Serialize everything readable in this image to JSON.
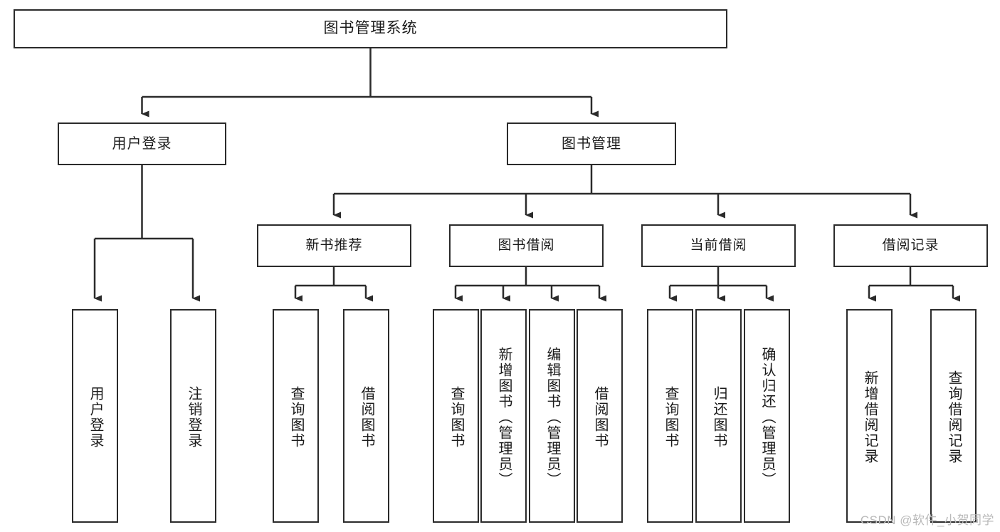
{
  "diagram": {
    "title": "图书管理系统",
    "watermark": "CSDN @软件_小贺同学",
    "stroke_color": "#2b2b2b",
    "fill_color": "#ffffff",
    "text_color": "#1a1a1a",
    "watermark_color": "#b9b9b9"
  },
  "nodes": {
    "root": {
      "label": "图书管理系统"
    },
    "user_login": {
      "label": "用户登录"
    },
    "book_manage": {
      "label": "图书管理"
    },
    "new_book_rec": {
      "label": "新书推荐"
    },
    "book_borrow": {
      "label": "图书借阅"
    },
    "current_borrow": {
      "label": "当前借阅"
    },
    "borrow_record": {
      "label": "借阅记录"
    },
    "leaf_user_login": {
      "label": "用户登录"
    },
    "leaf_logout": {
      "label": "注销登录"
    },
    "leaf_query_book_1": {
      "label": "查询图书"
    },
    "leaf_borrow_book_1": {
      "label": "借阅图书"
    },
    "leaf_query_book_2": {
      "label": "查询图书"
    },
    "leaf_add_book": {
      "label": "新增图书（管理员）"
    },
    "leaf_edit_book": {
      "label": "编辑图书（管理员）"
    },
    "leaf_borrow_book_2": {
      "label": "借阅图书"
    },
    "leaf_query_book_3": {
      "label": "查询图书"
    },
    "leaf_return_book": {
      "label": "归还图书"
    },
    "leaf_confirm_return": {
      "label": "确认归还（管理员）"
    },
    "leaf_add_record": {
      "label": "新增借阅记录"
    },
    "leaf_query_record": {
      "label": "查询借阅记录"
    }
  },
  "chart_data": {
    "type": "tree",
    "title": "图书管理系统",
    "orientation": "top-down",
    "tree": {
      "label": "图书管理系统",
      "children": [
        {
          "label": "用户登录",
          "children": [
            {
              "label": "用户登录"
            },
            {
              "label": "注销登录"
            }
          ]
        },
        {
          "label": "图书管理",
          "children": [
            {
              "label": "新书推荐",
              "children": [
                {
                  "label": "查询图书"
                },
                {
                  "label": "借阅图书"
                }
              ]
            },
            {
              "label": "图书借阅",
              "children": [
                {
                  "label": "查询图书"
                },
                {
                  "label": "新增图书（管理员）"
                },
                {
                  "label": "编辑图书（管理员）"
                },
                {
                  "label": "借阅图书"
                }
              ]
            },
            {
              "label": "当前借阅",
              "children": [
                {
                  "label": "查询图书"
                },
                {
                  "label": "归还图书"
                },
                {
                  "label": "确认归还（管理员）"
                }
              ]
            },
            {
              "label": "借阅记录",
              "children": [
                {
                  "label": "新增借阅记录"
                },
                {
                  "label": "查询借阅记录"
                }
              ]
            }
          ]
        }
      ]
    }
  }
}
